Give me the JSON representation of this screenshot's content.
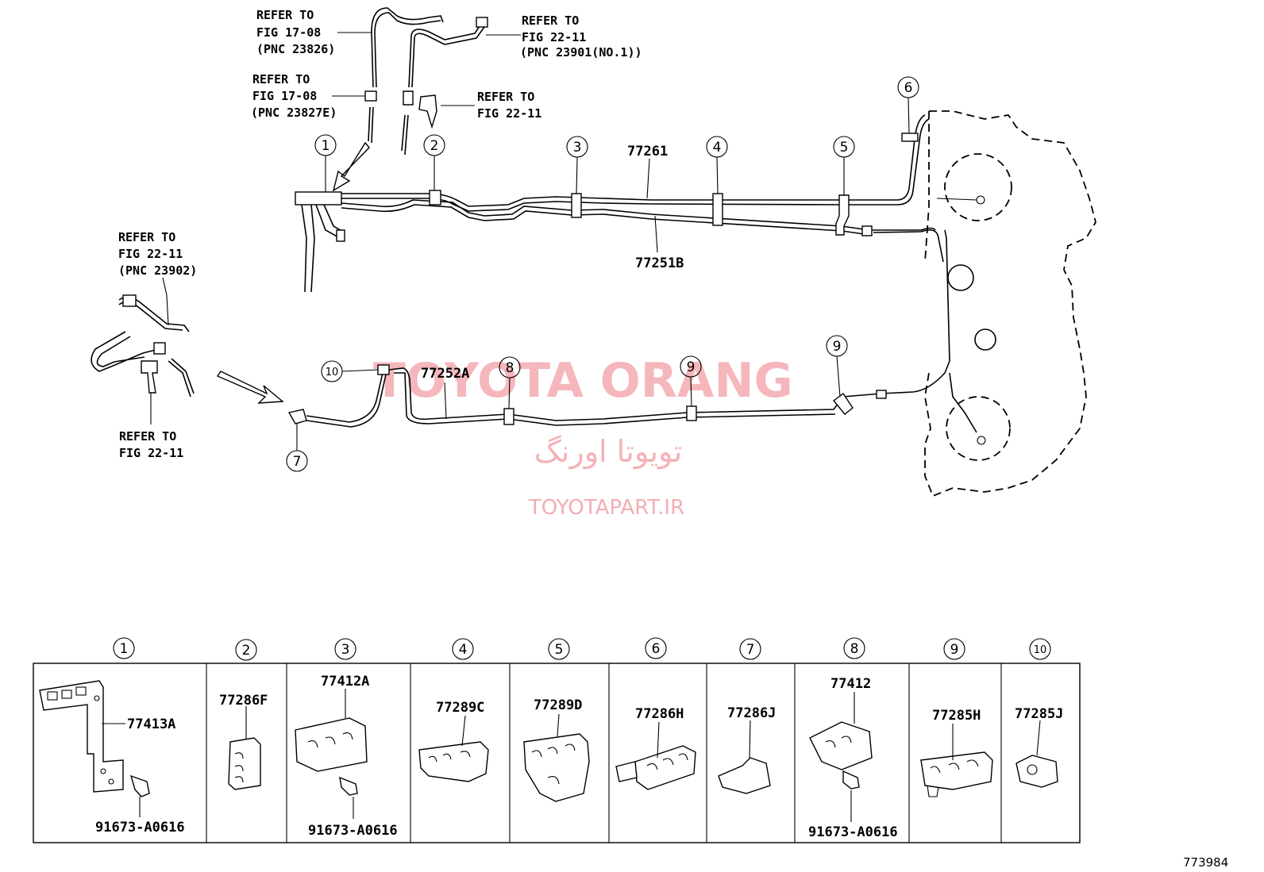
{
  "watermark": {
    "brand": "TOYOTA ORANG",
    "brand_fa": "تویوتا اورنگ",
    "url": "TOYOTAPART.IR"
  },
  "figure_number": "773984",
  "refer_notes": [
    {
      "id": "r1",
      "lines": [
        "REFER TO",
        "FIG 17-08",
        "(PNC 23826)"
      ]
    },
    {
      "id": "r2",
      "lines": [
        "REFER TO",
        "FIG 22-11",
        "(PNC 23901(NO.1))"
      ]
    },
    {
      "id": "r3",
      "lines": [
        "REFER TO",
        "FIG 17-08",
        "(PNC 23827E)"
      ]
    },
    {
      "id": "r4",
      "lines": [
        "REFER TO",
        "FIG 22-11"
      ]
    },
    {
      "id": "r5",
      "lines": [
        "REFER TO",
        "FIG 22-11",
        "(PNC 23902)"
      ]
    },
    {
      "id": "r6",
      "lines": [
        "REFER TO",
        "FIG 22-11"
      ]
    }
  ],
  "tube_labels": [
    "77261",
    "77251B",
    "77252A"
  ],
  "callouts": [
    "1",
    "2",
    "3",
    "4",
    "5",
    "6",
    "7",
    "8",
    "9",
    "10"
  ],
  "table": {
    "columns": [
      {
        "num": "1",
        "parts": [
          "77413A",
          "91673-A0616"
        ]
      },
      {
        "num": "2",
        "parts": [
          "77286F"
        ]
      },
      {
        "num": "3",
        "parts": [
          "77412A",
          "91673-A0616"
        ]
      },
      {
        "num": "4",
        "parts": [
          "77289C"
        ]
      },
      {
        "num": "5",
        "parts": [
          "77289D"
        ]
      },
      {
        "num": "6",
        "parts": [
          "77286H"
        ]
      },
      {
        "num": "7",
        "parts": [
          "77286J"
        ]
      },
      {
        "num": "8",
        "parts": [
          "77412",
          "91673-A0616"
        ]
      },
      {
        "num": "9",
        "parts": [
          "77285H"
        ]
      },
      {
        "num": "10",
        "parts": [
          "77285J"
        ]
      }
    ]
  }
}
